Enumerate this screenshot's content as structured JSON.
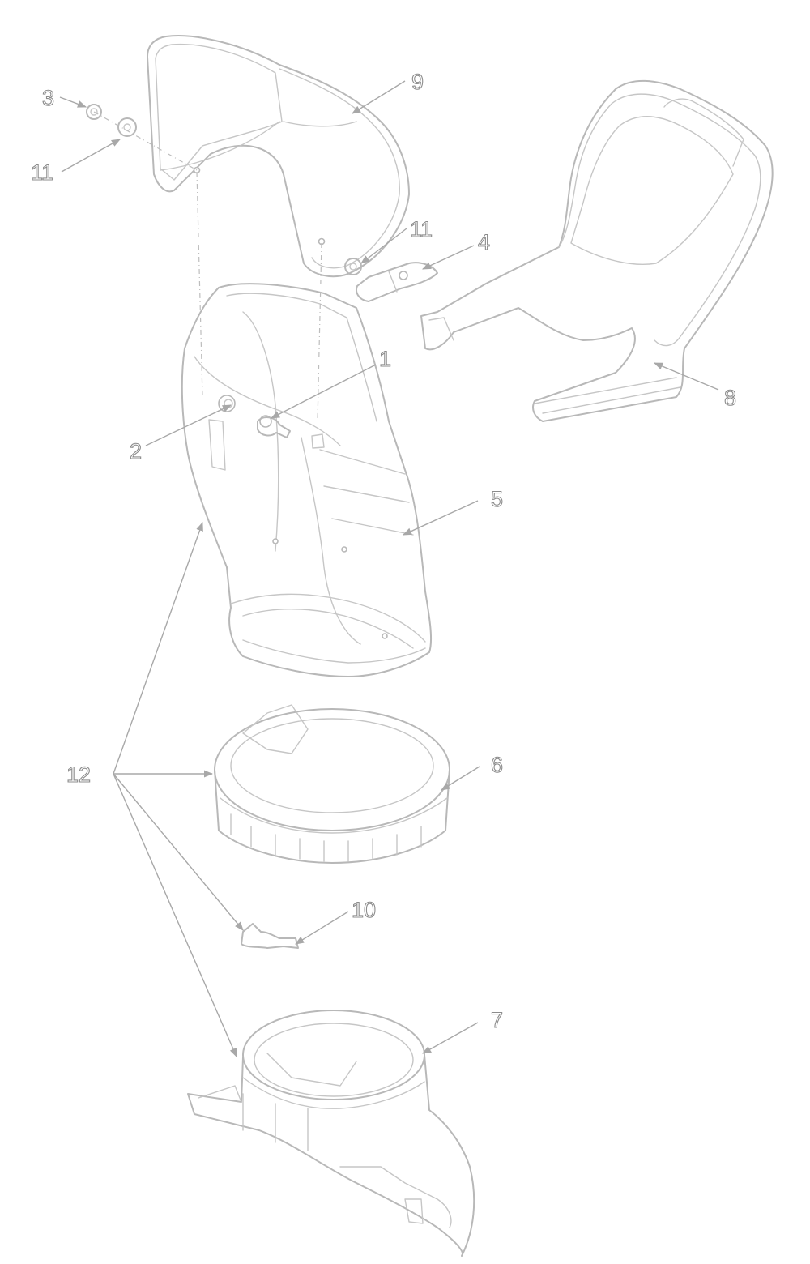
{
  "colors": {
    "line": "#b8b8b8",
    "leader": "#a8a8a8",
    "background": "#ffffff"
  },
  "callouts": {
    "c1": "1",
    "c2": "2",
    "c3": "3",
    "c4": "4",
    "c5": "5",
    "c6": "6",
    "c7": "7",
    "c8": "8",
    "c9": "9",
    "c10": "10",
    "c11a": "11",
    "c11b": "11",
    "c12": "12"
  }
}
